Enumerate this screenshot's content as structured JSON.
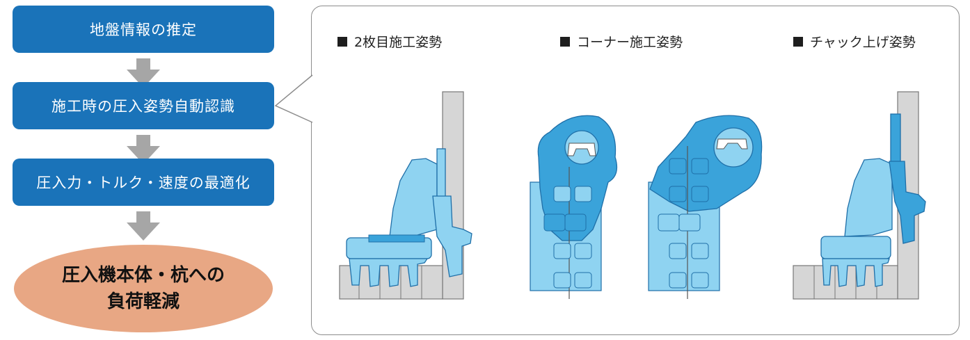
{
  "flow": {
    "steps": [
      "地盤情報の推定",
      "施工時の圧入姿勢自動認識",
      "圧入力・トルク・速度の最適化"
    ],
    "goal_line1": "圧入機本体・杭への",
    "goal_line2": "負荷軽減"
  },
  "panel": {
    "captions": [
      "2枚目施工姿勢",
      "コーナー施工姿勢",
      "チャック上げ姿勢"
    ]
  },
  "colors": {
    "step_fill": "#1a73b9",
    "goal_fill": "#e8a784",
    "arrow_gray": "#a6a6a6",
    "machine_light": "#8fd3f1",
    "machine_dark": "#3aa3da",
    "pile_gray": "#d6d6d6"
  }
}
